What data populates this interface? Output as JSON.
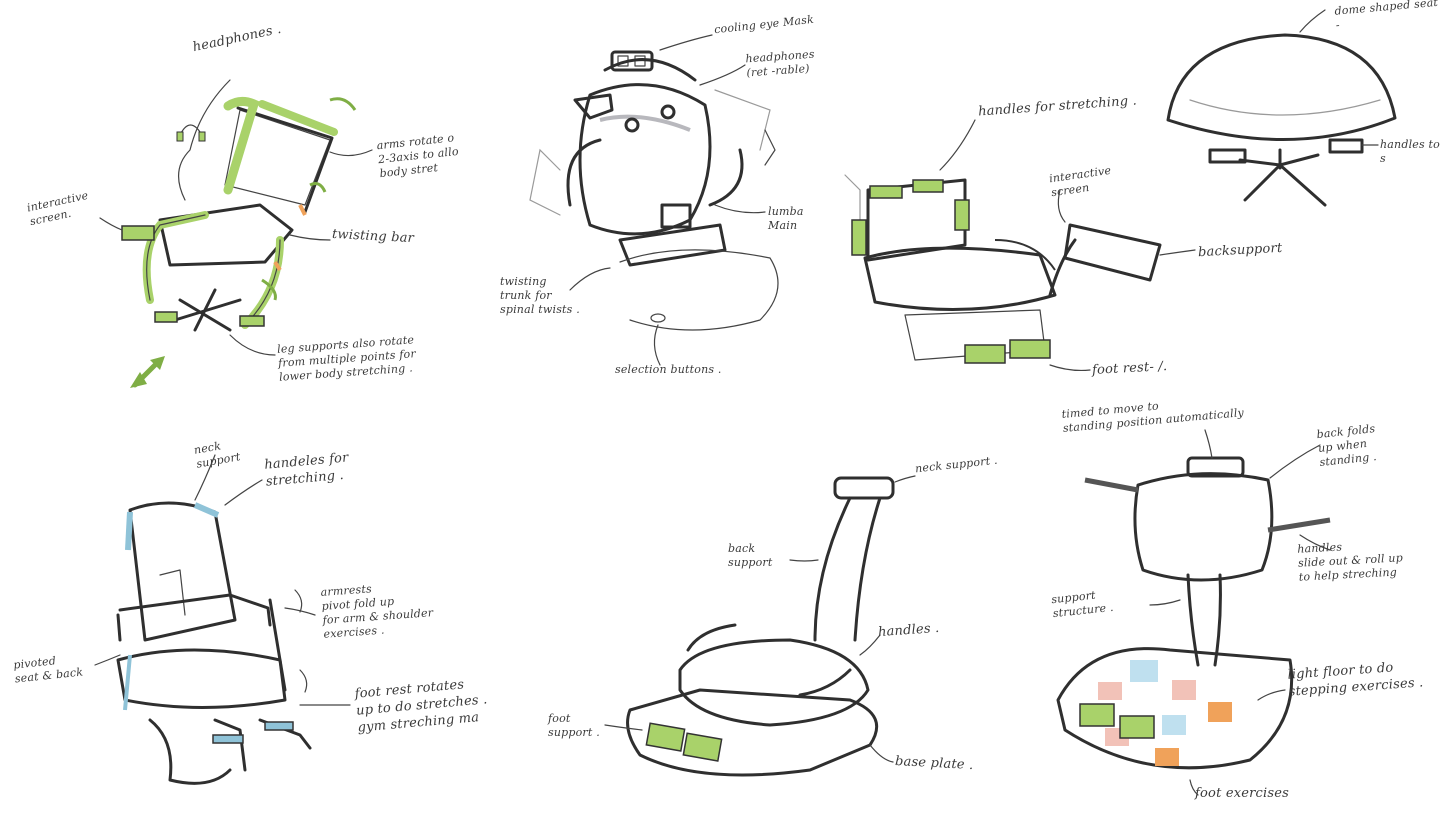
{
  "palette": {
    "ink": "#2f2f2f",
    "green": "#a9d26a",
    "green_dark": "#7fae45",
    "grey_fill": "#d9d9dc",
    "dark_grey": "#6d6d72",
    "blue_frame": "#8fc3d8",
    "orange": "#f0a25a",
    "pink": "#f2c2b8",
    "light_blue": "#bfe0ef"
  },
  "sketches": [
    {
      "id": "chair-1",
      "labels": {
        "headphones": "headphones .",
        "arms": "arms rotate o\n2-3axis to allo\nbody stret",
        "screen": "interactive\nscreen.",
        "twisting": "twisting bar",
        "legs": "leg supports also rotate\nfrom multiple points for\nlower body stretching ."
      }
    },
    {
      "id": "chair-2",
      "labels": {
        "eye_mask": "cooling eye Mask",
        "headphones": "headphones\n(ret -rable)",
        "lumbar": "lumba\nMain",
        "twisting": "twisting\ntrunk for\nspinal twists .",
        "buttons": "selection buttons ."
      }
    },
    {
      "id": "chair-3",
      "labels": {
        "handles": "handles for stretching .",
        "screen": "interactive\nscreen",
        "back": "backsupport",
        "foot": "foot rest- /."
      }
    },
    {
      "id": "chair-4",
      "labels": {
        "dome": "dome shaped seat -",
        "handles": "handles to s"
      }
    },
    {
      "id": "chair-5",
      "labels": {
        "neck": "neck\nsupport",
        "handles": "handeles for\nstretching .",
        "armrests": "armrests\npivot fold up\nfor arm & shoulder\nexercises .",
        "pivoted": "pivoted\nseat & back",
        "foot": "foot rest rotates\nup to do stretches .\ngym streching ma"
      }
    },
    {
      "id": "chair-6",
      "labels": {
        "neck": "neck support .",
        "back": "back\nsupport",
        "handles": "handles .",
        "foot": "foot\nsupport .",
        "base": "base plate ."
      }
    },
    {
      "id": "chair-7",
      "labels": {
        "timed": "timed to move to\nstanding position automatically",
        "back": "back folds\nup when\nstanding .",
        "handles": "handles\nslide out & roll up\nto help streching",
        "structure": "support\nstructure .",
        "light": "light floor to do\nstepping exercises .",
        "foot": "foot exercises"
      }
    }
  ]
}
